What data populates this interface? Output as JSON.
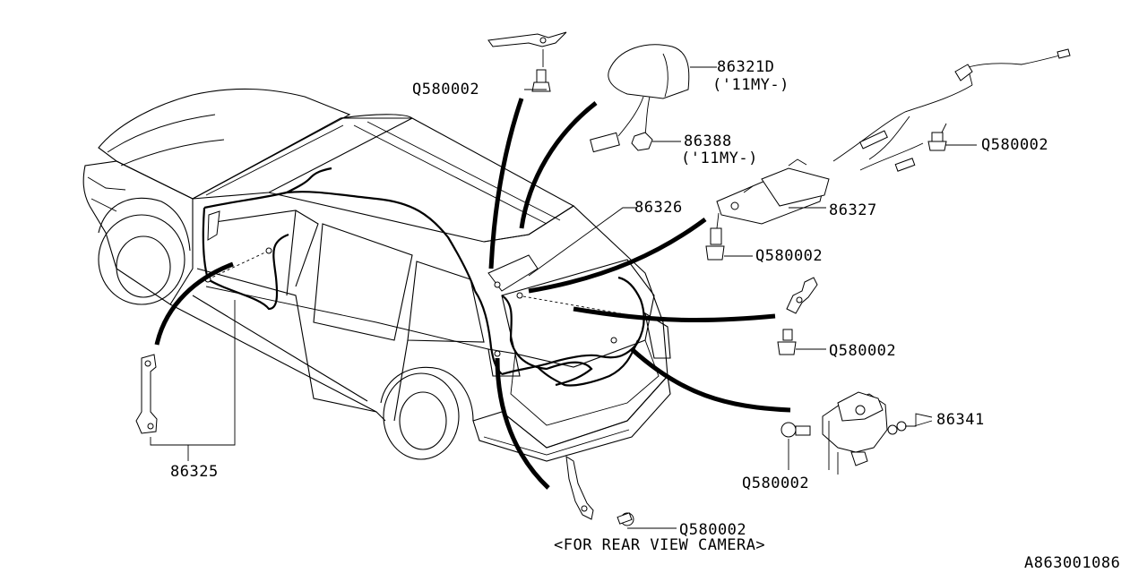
{
  "labels": {
    "p86321d": "86321D",
    "p86321d_note": "('11MY-)",
    "p86388": "86388",
    "p86388_note": "('11MY-)",
    "p86326": "86326",
    "p86327": "86327",
    "p86325": "86325",
    "p86341": "86341",
    "q_top": "Q580002",
    "q_right_top": "Q580002",
    "q_mid": "Q580002",
    "q_right_mid": "Q580002",
    "q_lower": "Q580002",
    "q_bottom": "Q580002",
    "camera_note": "<FOR REAR VIEW CAMERA>",
    "diagram_id": "A863001086"
  }
}
